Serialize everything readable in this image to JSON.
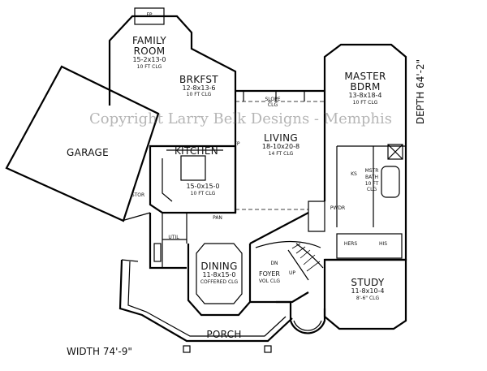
{
  "watermark": "Copyright Larry Belk Designs - Memphis",
  "width_label": "WIDTH  74'-9\"",
  "depth_label": "DEPTH  64'-2\"",
  "rooms": {
    "family": {
      "name1": "FAMILY",
      "name2": "ROOM",
      "dim": "15-2x13-0",
      "ceiling": "10 FT CLG"
    },
    "brkfst": {
      "name": "BRKFST",
      "dim": "12-8x13-6",
      "ceiling": "10 FT CLG"
    },
    "master": {
      "name1": "MASTER",
      "name2": "BDRM",
      "dim": "13-8x18-4",
      "ceiling": "10 FT CLG"
    },
    "living": {
      "name": "LIVING",
      "dim": "18-10x20-8",
      "ceiling": "14 FT CLG"
    },
    "garage": {
      "name": "GARAGE"
    },
    "kitchen": {
      "name": "KITCHEN",
      "dim": "15-0x15-0",
      "ceiling": "10 FT CLG"
    },
    "stor": {
      "name": "STOR"
    },
    "util": {
      "name": "UTIL"
    },
    "pan": {
      "name": "PAN"
    },
    "dining": {
      "name": "DINING",
      "dim": "11-8x15-0",
      "ceiling": "COFFERED CLG"
    },
    "foyer": {
      "name": "FOYER",
      "ceiling": "VOL CLG"
    },
    "study": {
      "name": "STUDY",
      "dim": "11-8x10-4",
      "ceiling": "8'-6\" CLG"
    },
    "pwdr": {
      "name": "PWDR"
    },
    "mstr_bath": {
      "name1": "MSTR",
      "name2": "BATH",
      "ceiling": "10 FT",
      "ceiling2": "CLG"
    },
    "porch": {
      "name": "PORCH"
    }
  },
  "fixtures": {
    "fp_top": "FP",
    "fp_living": "FP",
    "slope_clg": "SLOPE",
    "slope_clg2": "CLG",
    "ks": "KS",
    "hers": "HERS",
    "his": "HIS",
    "dn": "DN",
    "up": "UP"
  }
}
